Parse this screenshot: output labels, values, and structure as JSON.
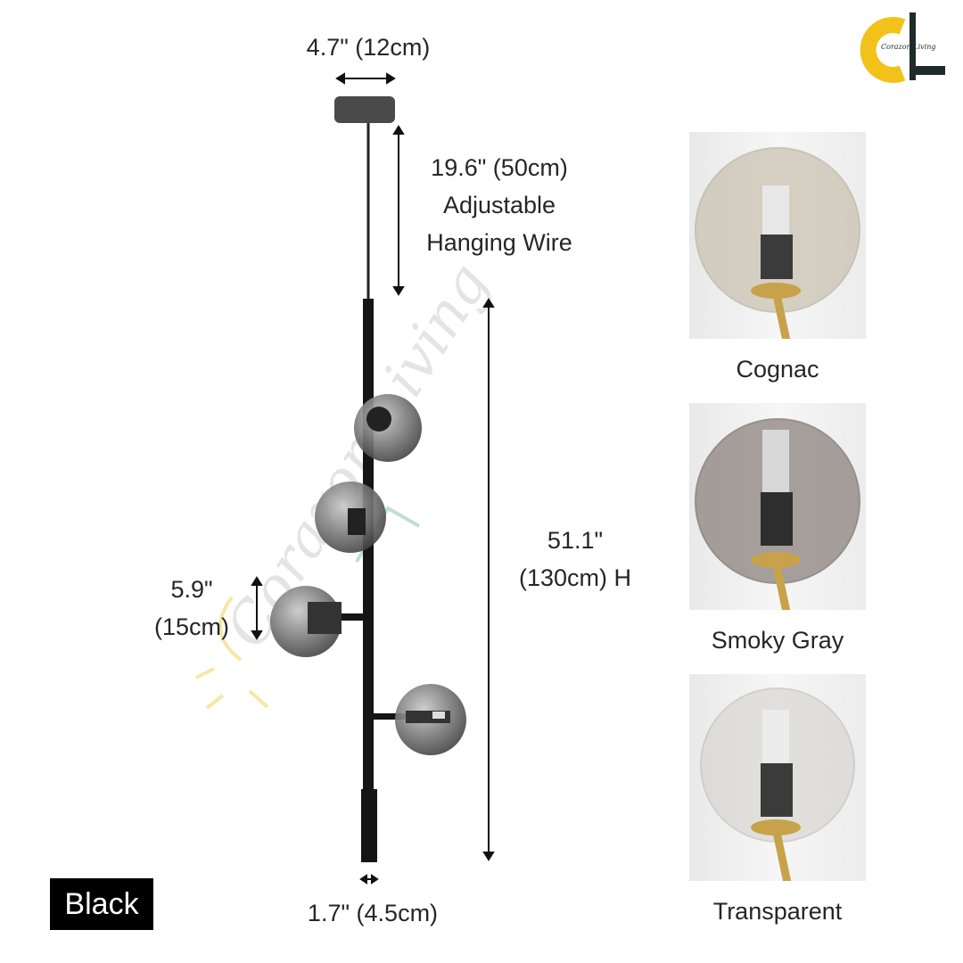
{
  "brand": {
    "logo_letters": "CL",
    "logo_script": "Corazon Living",
    "watermark": "Corazon Living",
    "colors": {
      "yellow": "#f2c21b",
      "dark": "#1e2b2a"
    }
  },
  "dimensions": {
    "canopy_width": "4.7\" (12cm)",
    "wire_line1": "19.6\" (50cm)",
    "wire_line2": "Adjustable",
    "wire_line3": "Hanging Wire",
    "height_line1": "51.1\"",
    "height_line2": "(130cm) H",
    "globe_line1": "5.9\"",
    "globe_line2": "(15cm)",
    "base_width": "1.7\" (4.5cm)"
  },
  "finish_badge": "Black",
  "glass_options": [
    {
      "label": "Cognac",
      "tint": "#c9bfae"
    },
    {
      "label": "Smoky Gray",
      "tint": "#8c827d"
    },
    {
      "label": "Transparent",
      "tint": "#d4d2cc"
    }
  ]
}
